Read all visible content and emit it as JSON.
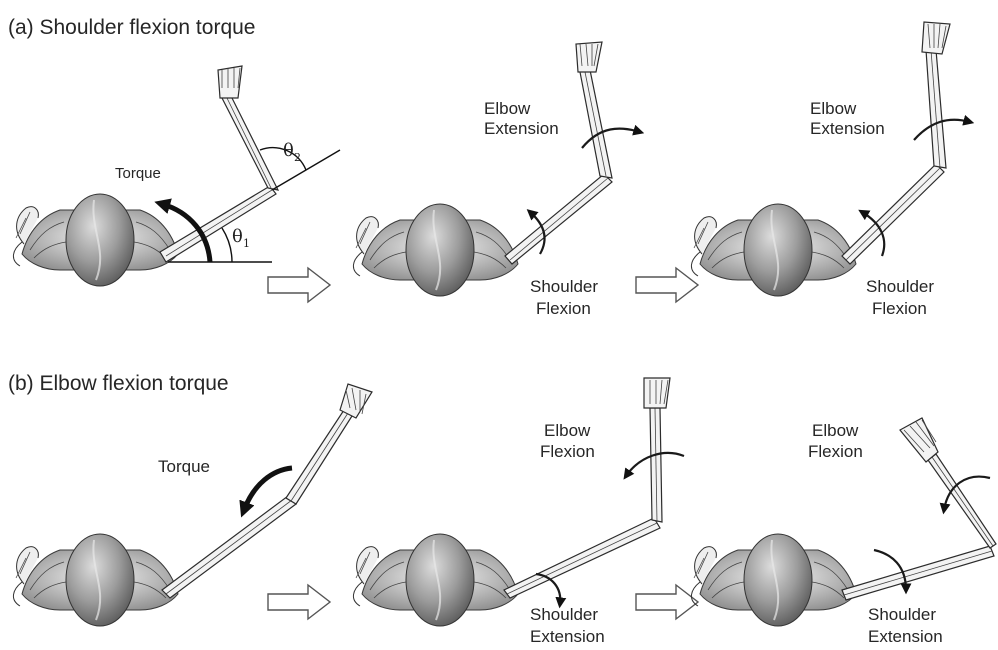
{
  "panel_a": {
    "title": "(a) Shoulder flexion torque",
    "frame1": {
      "torque_label": "Torque",
      "theta1": "θ",
      "theta1_sub": "1",
      "theta2": "θ",
      "theta2_sub": "2"
    },
    "frame2": {
      "elbow_label_1": "Elbow",
      "elbow_label_2": "Extension",
      "shoulder_label_1": "Shoulder",
      "shoulder_label_2": "Flexion"
    },
    "frame3": {
      "elbow_label_1": "Elbow",
      "elbow_label_2": "Extension",
      "shoulder_label_1": "Shoulder",
      "shoulder_label_2": "Flexion"
    }
  },
  "panel_b": {
    "title": "(b) Elbow flexion torque",
    "frame1": {
      "torque_label": "Torque"
    },
    "frame2": {
      "elbow_label_1": "Elbow",
      "elbow_label_2": "Flexion",
      "shoulder_label_1": "Shoulder",
      "shoulder_label_2": "Extension"
    },
    "frame3": {
      "elbow_label_1": "Elbow",
      "elbow_label_2": "Flexion",
      "shoulder_label_1": "Shoulder",
      "shoulder_label_2": "Extension"
    }
  }
}
